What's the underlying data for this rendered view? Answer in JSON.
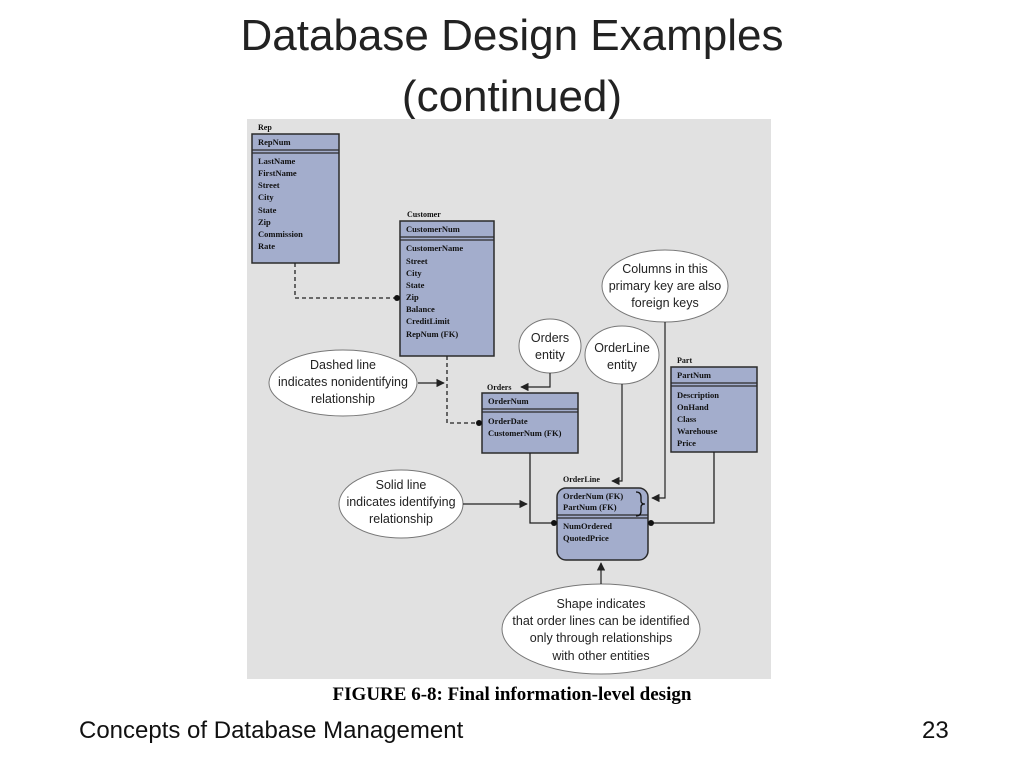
{
  "slide": {
    "title_line1": "Database Design Examples",
    "title_line2": "(continued)",
    "caption": "FIGURE 6-8: Final information-level design",
    "footer_left": "Concepts of Database Management",
    "page_number": "23"
  },
  "entities": {
    "rep": {
      "name": "Rep",
      "key": [
        "RepNum"
      ],
      "attrs": [
        "LastName",
        "FirstName",
        "Street",
        "City",
        "State",
        "Zip",
        "Commission",
        "Rate"
      ]
    },
    "customer": {
      "name": "Customer",
      "key": [
        "CustomerNum"
      ],
      "attrs": [
        "CustomerName",
        "Street",
        "City",
        "State",
        "Zip",
        "Balance",
        "CreditLimit",
        "RepNum (FK)"
      ]
    },
    "orders": {
      "name": "Orders",
      "key": [
        "OrderNum"
      ],
      "attrs": [
        "OrderDate",
        "CustomerNum (FK)"
      ]
    },
    "part": {
      "name": "Part",
      "key": [
        "PartNum"
      ],
      "attrs": [
        "Description",
        "OnHand",
        "Class",
        "Warehouse",
        "Price"
      ]
    },
    "orderline": {
      "name": "OrderLine",
      "key": [
        "OrderNum (FK)",
        "PartNum (FK)"
      ],
      "attrs": [
        "NumOrdered",
        "QuotedPrice"
      ]
    }
  },
  "callouts": {
    "dashed": [
      "Dashed line",
      "indicates nonidentifying",
      "relationship"
    ],
    "solid": [
      "Solid line",
      "indicates identifying",
      "relationship"
    ],
    "orders_entity": [
      "Orders",
      "entity"
    ],
    "orderline_entity": [
      "OrderLine",
      "entity"
    ],
    "pk_fk": [
      "Columns in this",
      "primary key are also",
      "foreign keys"
    ],
    "shape": [
      "Shape indicates",
      "that order lines can be identified",
      "only through relationships",
      "with other entities"
    ]
  },
  "colors": {
    "entity_fill": "#a3adcc",
    "entity_border": "#2b2b2b",
    "panel_bg": "#e1e1e1",
    "callout_fill": "#ffffff"
  }
}
